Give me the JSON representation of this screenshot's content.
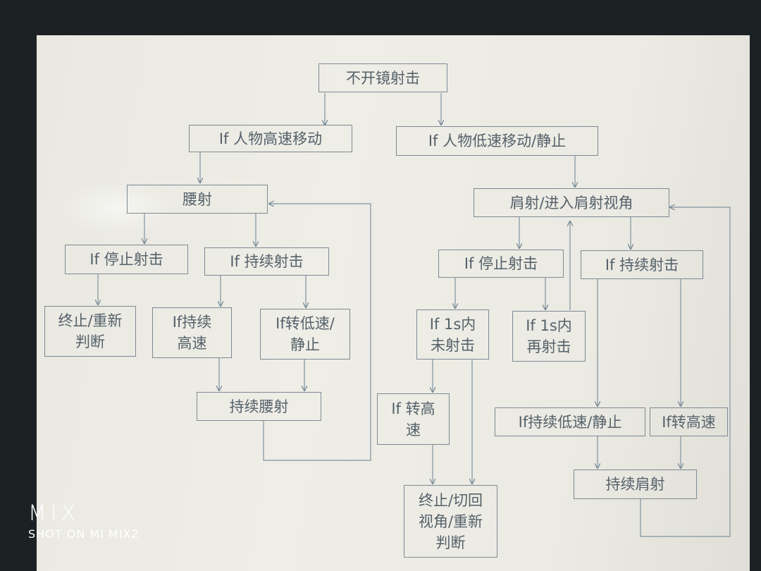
{
  "nodes": {
    "root": "不开镜射击",
    "high_speed": "If 人物高速移动",
    "low_speed": "If 人物低速移动/静止",
    "hip_fire": "腰射",
    "hip_stop": "If 停止射击",
    "hip_continue": "If 持续射击",
    "hip_terminate": "终止/重新\n判断",
    "hip_keep_high": "If持续\n高速",
    "hip_to_low": "If转低速/\n静止",
    "keep_hip": "持续腰射",
    "shoulder_fire": "肩射/进入肩射视角",
    "sh_stop": "If 停止射击",
    "sh_continue": "If 持续射击",
    "sh_no_fire": "If 1s内\n未射击",
    "sh_refire": "If 1s内\n再射击",
    "sh_to_high": "If 转高\n速",
    "sh_terminate": "终止/切回\n视角/重新\n判断",
    "sh_keep_low": "If持续低速/静止",
    "sh_go_high": "If转高速",
    "keep_shoulder": "持续肩射"
  },
  "watermark": {
    "brand": "MIX",
    "caption": "SHOT ON MI MIX2"
  }
}
